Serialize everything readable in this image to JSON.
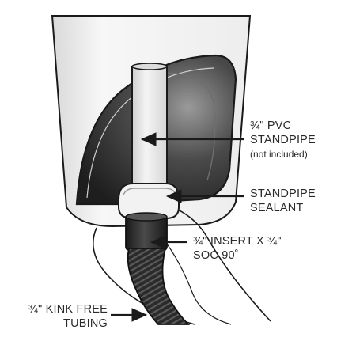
{
  "labels": {
    "standpipe": {
      "line1": "¾\" PVC",
      "line2": "STANDPIPE",
      "line3": "(not included)"
    },
    "sealant": {
      "line1": "STANDPIPE",
      "line2": "SEALANT"
    },
    "insert": {
      "line1": "¾\" INSERT X ¾\"",
      "line2": "SOC 90˚"
    },
    "tubing": {
      "line1": "¾\" KINK FREE",
      "line2": "TUBING"
    }
  },
  "colors": {
    "outline": "#1a1a1a",
    "cavity_dark": "#3a3a3a",
    "cavity_mid": "#8a8a8a",
    "pipe": "#e6e6e6",
    "fitting": "#2b2b2b",
    "unit_body": "#f4f4f4"
  }
}
